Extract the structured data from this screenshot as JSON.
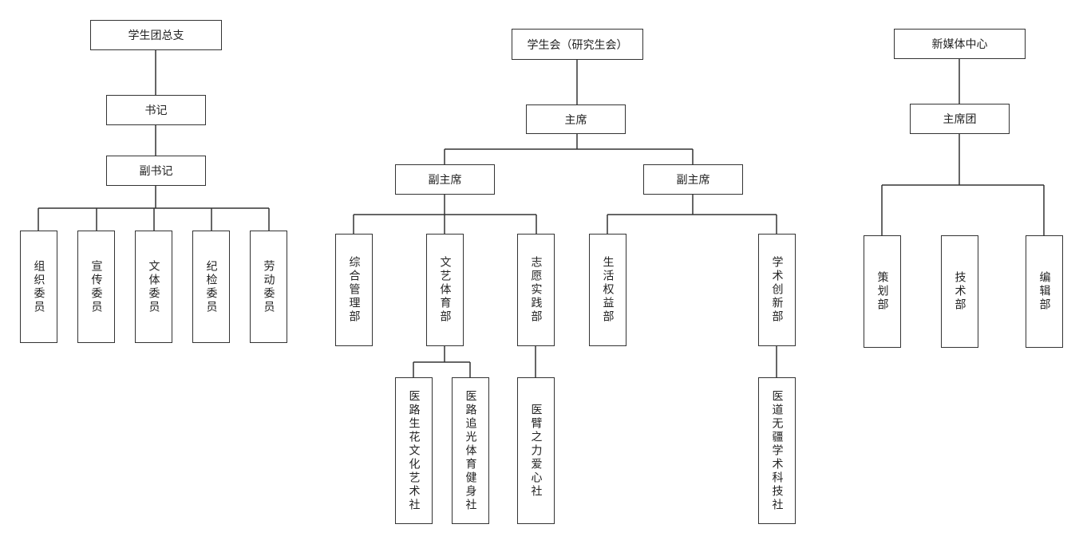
{
  "orgs": [
    {
      "title": "学生团总支",
      "secretary": "书记",
      "deputy_secretary": "副书记",
      "committee": [
        "组织委员",
        "宣传委员",
        "文体委员",
        "纪检委员",
        "劳动委员"
      ]
    },
    {
      "title": "学生会（研究生会）",
      "chair": "主席",
      "vice_chair_left": "副主席",
      "vice_chair_right": "副主席",
      "departments": [
        "综合管理部",
        "文艺体育部",
        "志愿实践部",
        "生活权益部",
        "学术创新部"
      ],
      "clubs": [
        "医路生花文化艺术社",
        "医路追光体育健身社",
        "医臂之力爱心社",
        "医道无疆学术科技社"
      ]
    },
    {
      "title": "新媒体中心",
      "presidium": "主席团",
      "departments": [
        "策划部",
        "技术部",
        "编辑部"
      ]
    }
  ]
}
